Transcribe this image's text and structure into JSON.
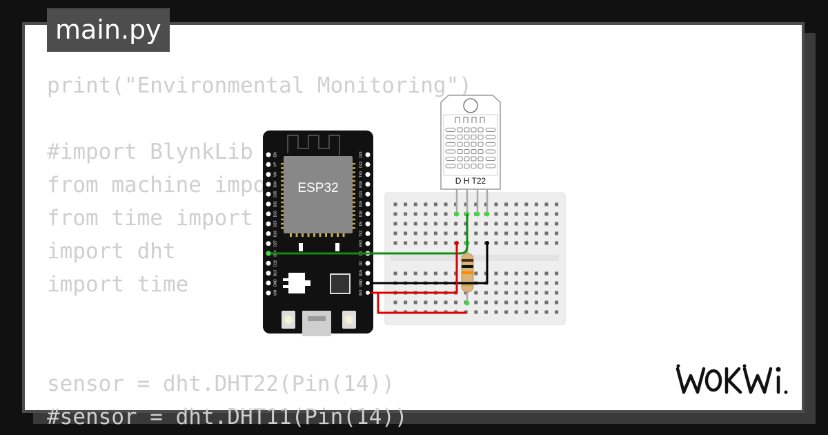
{
  "file_tab": {
    "label": "main.py"
  },
  "code_lines": [
    "print(\"Environmental Monitoring\")",
    "",
    "#import BlynkLib",
    "from machine import Pin",
    "from time import sleep",
    "import dht",
    "import time",
    "",
    "",
    "sensor = dht.DHT22(Pin(14))",
    "#sensor = dht.DHT11(Pin(14))"
  ],
  "board": {
    "chip_label": "ESP32",
    "left_pins": [
      "EN",
      "VP",
      "VN",
      "D34",
      "D35",
      "D32",
      "D33",
      "D25",
      "D26",
      "D27",
      "D14",
      "D12",
      "D13",
      "GND",
      "VIN"
    ],
    "right_pins": [
      "D23",
      "D22",
      "TX0",
      "RX0",
      "D21",
      "D19",
      "D18",
      "D5",
      "TX2",
      "RX2",
      "D4",
      "D2",
      "D15",
      "GND",
      "3V3"
    ]
  },
  "sensor": {
    "label": "D H T22"
  },
  "wires": {
    "data_color": "#138a13",
    "ground_color": "#000000",
    "power_color": "#e00000"
  },
  "brand": {
    "logo_text": "WOKWi"
  },
  "colors": {
    "background": "#111111",
    "card": "#ffffff",
    "card_border": "#4c4c4c",
    "tab": "#4d4d4d",
    "code_text": "#cfcfcf",
    "board": "#111111",
    "breadboard": "#eeeeee",
    "pin_highlight": "#3ddc3d"
  }
}
